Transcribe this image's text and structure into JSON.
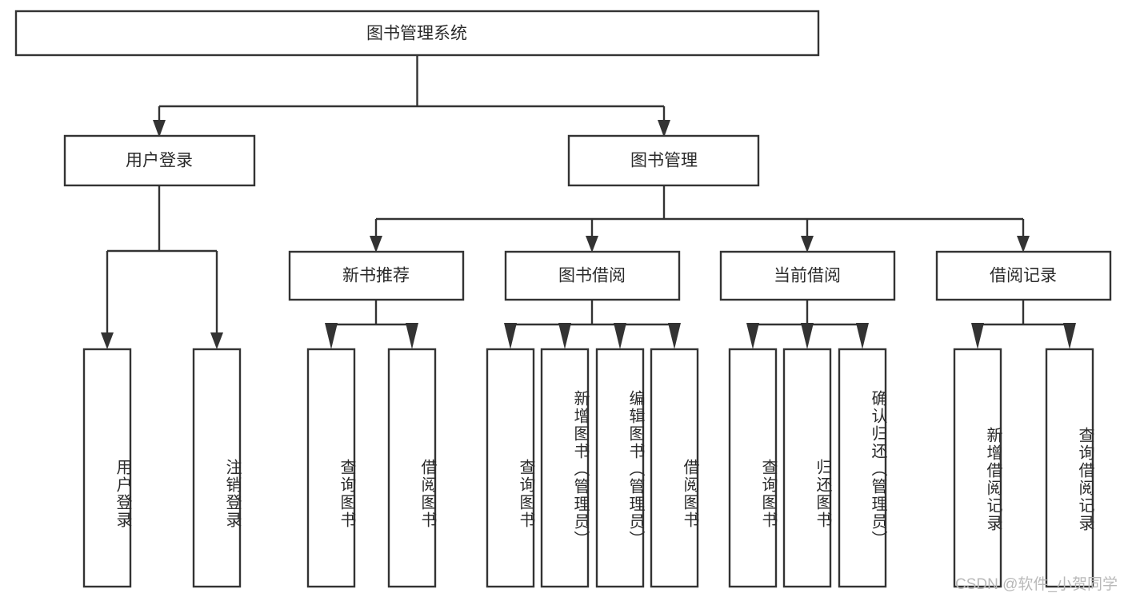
{
  "diagram": {
    "type": "tree-hierarchy-chart",
    "title": "图书管理系统",
    "watermark": "CSDN @软件_小贺同学",
    "colors": {
      "box_stroke": "#333333",
      "box_fill": "#ffffff",
      "text": "#2b2b2b",
      "connector": "#333333",
      "watermark": "#b9b9b9",
      "background": "#ffffff"
    },
    "levels": {
      "root": {
        "label": "图书管理系统"
      },
      "level2": [
        {
          "label": "用户登录"
        },
        {
          "label": "图书管理"
        }
      ],
      "level3": [
        {
          "label": "新书推荐"
        },
        {
          "label": "图书借阅"
        },
        {
          "label": "当前借阅"
        },
        {
          "label": "借阅记录"
        }
      ],
      "leaves": {
        "用户登录": [
          "用户登录",
          "注销登录"
        ],
        "新书推荐": [
          "查询图书",
          "借阅图书"
        ],
        "图书借阅": [
          "查询图书",
          "新增图书（管理员）",
          "编辑图书（管理员）",
          "借阅图书"
        ],
        "当前借阅": [
          "查询图书",
          "归还图书",
          "确认归还（管理员）"
        ],
        "借阅记录": [
          "新增借阅记录",
          "查询借阅记录"
        ]
      }
    },
    "nodes": {
      "root": "图书管理系统",
      "n_user_login": "用户登录",
      "n_book_manage": "图书管理",
      "n_new_book_rec": "新书推荐",
      "n_book_borrow": "图书借阅",
      "n_current_borrow": "当前借阅",
      "n_borrow_record": "借阅记录",
      "leaf_user_login": "用户登录",
      "leaf_logout": "注销登录",
      "leaf_query_book_1": "查询图书",
      "leaf_borrow_book_1": "借阅图书",
      "leaf_query_book_2": "查询图书",
      "leaf_add_book": "新增图书（管理员）",
      "leaf_edit_book": "编辑图书（管理员）",
      "leaf_borrow_book_2": "借阅图书",
      "leaf_query_book_3": "查询图书",
      "leaf_return_book": "归还图书",
      "leaf_confirm_return": "确认归还（管理员）",
      "leaf_add_record": "新增借阅记录",
      "leaf_query_record": "查询借阅记录"
    }
  }
}
